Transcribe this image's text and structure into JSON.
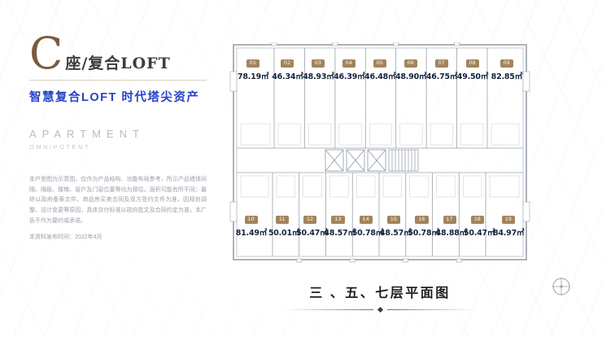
{
  "colors": {
    "accent_brown": "#7a5c3a",
    "accent_blue": "#2744c4",
    "badge_brown": "#a3845c"
  },
  "left_panel": {
    "building_letter": "C",
    "building_suffix": "座/复合LOFT",
    "tagline": "智慧复合LOFT 时代塔尖资产",
    "en_title": "APARTMENT",
    "en_subtitle": "OMNIPOTENT",
    "disclaimer": "本户型图为示意图，仅作为产品结构、功能布局参考，所示产品墙体间隔、隔板、楼梯、窗户及门窗位置等均为预估，面积可能有所不同；最终以政府备案文件、商品房买卖合同及双方签约文件为准。因规划调整、设计变更等原因，具体交付标准以政府批文及合同约定为准，本广告不作为要约或承诺。",
    "publish_date": "本资料发布时间：2022年4月"
  },
  "floor_plan": {
    "top_units": [
      {
        "no": "01",
        "area": "78.19㎡"
      },
      {
        "no": "02",
        "area": "46.34㎡"
      },
      {
        "no": "03",
        "area": "48.93㎡"
      },
      {
        "no": "04",
        "area": "46.39㎡"
      },
      {
        "no": "05",
        "area": "46.48㎡"
      },
      {
        "no": "06",
        "area": "48.90㎡"
      },
      {
        "no": "07",
        "area": "46.75㎡"
      },
      {
        "no": "08",
        "area": "49.50㎡"
      },
      {
        "no": "09",
        "area": "82.85㎡"
      }
    ],
    "bottom_units": [
      {
        "no": "10",
        "area": "81.49㎡"
      },
      {
        "no": "11",
        "area": "50.01㎡"
      },
      {
        "no": "12",
        "area": "50.47㎡"
      },
      {
        "no": "13",
        "area": "48.57㎡"
      },
      {
        "no": "14",
        "area": "50.78㎡"
      },
      {
        "no": "15",
        "area": "48.57㎡"
      },
      {
        "no": "16",
        "area": "50.78㎡"
      },
      {
        "no": "17",
        "area": "48.88㎡"
      },
      {
        "no": "18",
        "area": "50.47㎡"
      },
      {
        "no": "19",
        "area": "84.97㎡"
      }
    ]
  },
  "caption": {
    "title": "三 、五、七层平面图"
  }
}
